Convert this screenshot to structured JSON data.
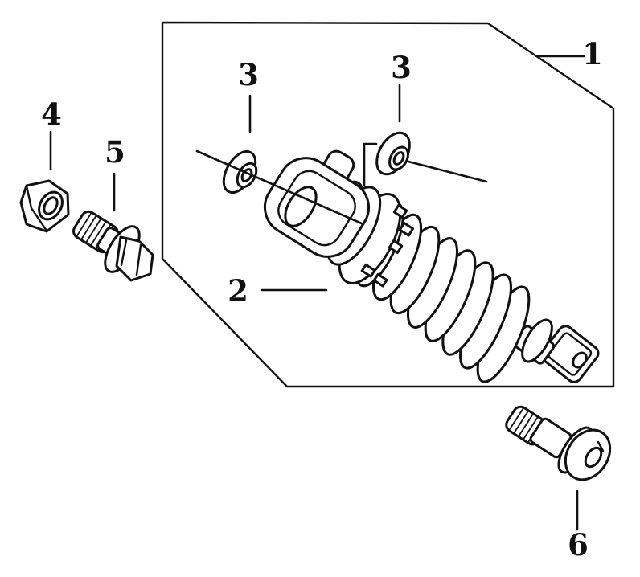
{
  "figure": {
    "description": "Exploded black-and-white parts diagram of a rear shock absorber assembly inside a hexagonal frame, with numbered callouts"
  },
  "colors": {
    "line": "#111111",
    "background": "#ffffff"
  },
  "callouts": {
    "c1": "1",
    "c2": "2",
    "c3a": "3",
    "c3b": "3",
    "c4": "4",
    "c5": "5",
    "c6": "6"
  }
}
